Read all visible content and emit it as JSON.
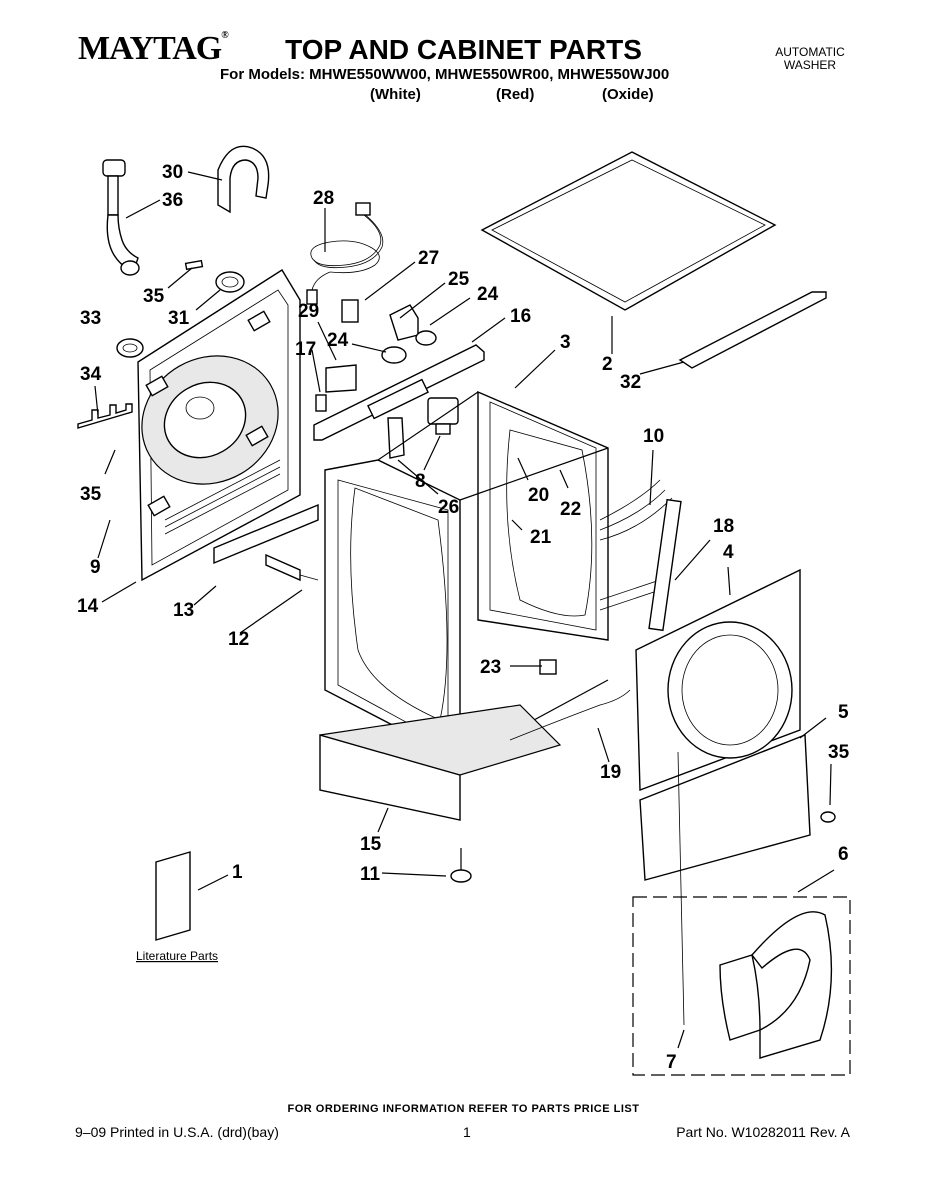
{
  "header": {
    "brand": "MAYTAG",
    "brand_mark": "®",
    "title": "TOP AND CABINET PARTS",
    "models_line": "For Models: MHWE550WW00, MHWE550WR00, MHWE550WJ00",
    "colors": [
      "(White)",
      "(Red)",
      "(Oxide)"
    ],
    "product_type_line1": "AUTOMATIC",
    "product_type_line2": "WASHER"
  },
  "diagram": {
    "callouts": [
      "30",
      "36",
      "28",
      "27",
      "25",
      "24",
      "16",
      "35",
      "31",
      "33",
      "29",
      "24",
      "17",
      "34",
      "3",
      "2",
      "32",
      "10",
      "20",
      "22",
      "8",
      "26",
      "35",
      "21",
      "18",
      "4",
      "9",
      "14",
      "13",
      "12",
      "23",
      "5",
      "35",
      "19",
      "15",
      "11",
      "6",
      "1",
      "7"
    ],
    "literature_label": "Literature Parts"
  },
  "footer": {
    "ordering_note": "FOR ORDERING INFORMATION REFER TO PARTS PRICE LIST",
    "print_info": "9–09 Printed in U.S.A. (drd)(bay)",
    "page_number": "1",
    "part_number": "Part No. W10282011 Rev. A"
  }
}
